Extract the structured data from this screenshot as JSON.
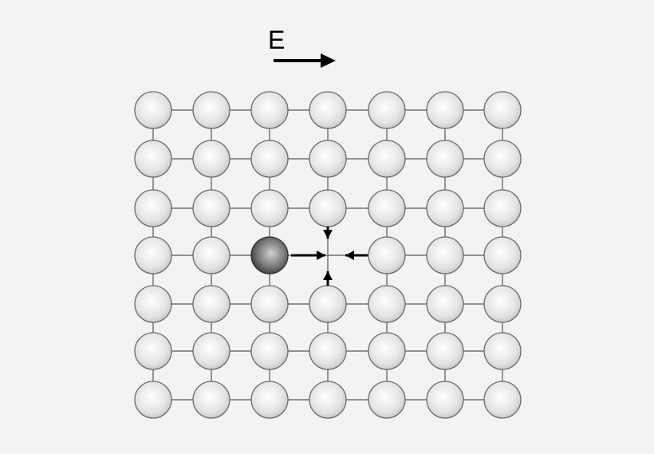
{
  "field": {
    "label": "E",
    "direction": "right"
  },
  "lattice": {
    "rows": 7,
    "columns": 7,
    "vacancy": {
      "row": 3,
      "column": 3
    },
    "impurity": {
      "row": 3,
      "column": 2
    }
  },
  "colors": {
    "background": "#f3f3f3",
    "atom": "#e8e8e8",
    "atom_outline": "#6a6a6a",
    "impurity": "#6e6e6e",
    "bond": "#555555",
    "arrow": "#000000"
  }
}
